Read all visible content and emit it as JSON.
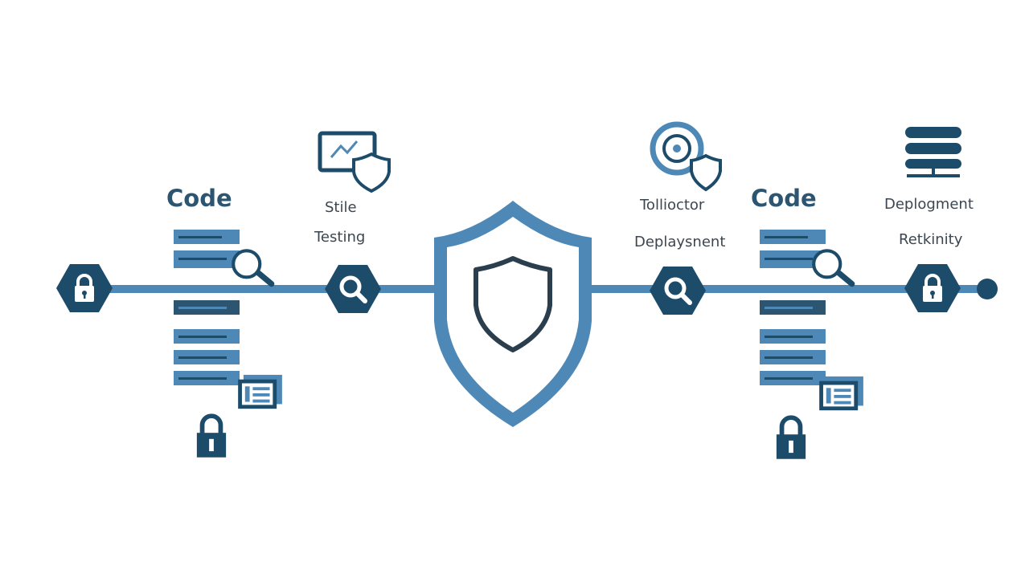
{
  "labels": {
    "code_left": "Code",
    "code_right": "Code",
    "stile": "Stile",
    "testing": "Testing",
    "toolbar_caption": "Tollioctor",
    "deployment_mid": "Deplaysnent",
    "deployment_right": "Deplogment",
    "recovery": "Retkinity"
  },
  "colors": {
    "dark": "#1d4c6b",
    "mid": "#4e88b6",
    "light": "#e8f1f8",
    "text": "#3c4650"
  },
  "icons": [
    "lock-hex-icon",
    "search-hex-icon",
    "search-hex-icon",
    "lock-hex-icon",
    "central-shield-icon",
    "monitor-shield-icon",
    "gauge-shield-icon",
    "server-stack-icon",
    "magnifier-icon",
    "document-icon",
    "padlock-icon"
  ]
}
